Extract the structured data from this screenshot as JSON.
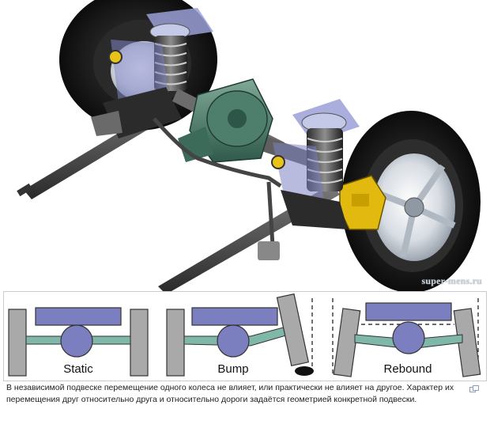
{
  "watermark": "super-mens.ru",
  "diagram": {
    "labels": [
      "Static",
      "Bump",
      "Rebound"
    ],
    "colors": {
      "frame": "#a9a9a9",
      "body": "#7c7fbf",
      "axle": "#7fb8a9"
    }
  },
  "caption": {
    "text": "В независимой подвеске перемещение одного колеса не влияет, или практически не влияет на другое. Характер их перемещения друг относительно друга и относительно дороги задаётся геометрией конкретной подвески."
  },
  "icons": {
    "enlarge": "magnify-icon"
  }
}
